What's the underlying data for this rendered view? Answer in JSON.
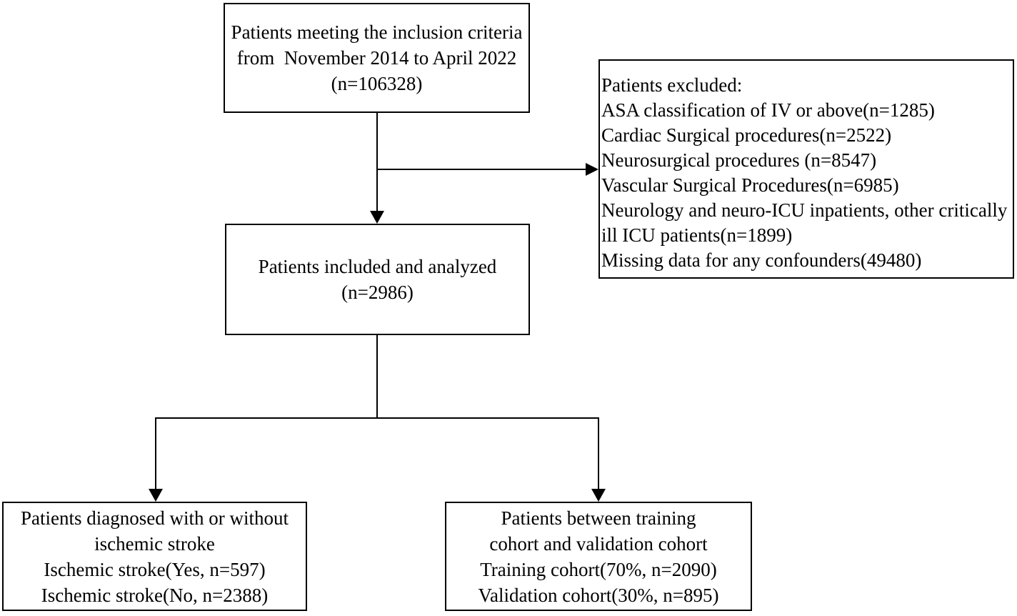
{
  "diagram": {
    "type": "flowchart",
    "colors": {
      "ink": "#000000",
      "background": "#ffffff"
    },
    "boxes": {
      "inclusion": {
        "lines": [
          "Patients meeting the inclusion criteria",
          "from  November 2014 to April 2022",
          "(n=106328)"
        ]
      },
      "excluded": {
        "lines": [
          "Patients excluded:",
          "ASA classification of IV or above(n=1285)",
          "Cardiac Surgical procedures(n=2522)",
          "Neurosurgical procedures (n=8547)",
          "Vascular Surgical Procedures(n=6985)",
          "Neurology and neuro-ICU inpatients, other critically",
          "ill ICU patients(n=1899)",
          "Missing data for any confounders(49480)"
        ]
      },
      "analyzed": {
        "lines": [
          "Patients included and analyzed",
          "(n=2986)"
        ]
      },
      "stroke_outcome": {
        "lines": [
          "Patients diagnosed with or without",
          "ischemic stroke",
          "Ischemic stroke(Yes, n=597)",
          "Ischemic stroke(No, n=2388)"
        ]
      },
      "cohort_split": {
        "lines": [
          "Patients between training",
          "cohort and validation cohort",
          "Training cohort(70%, n=2090)",
          "Validation cohort(30%, n=895)"
        ]
      }
    },
    "flows": [
      {
        "from": "inclusion",
        "to": "analyzed"
      },
      {
        "from": "inclusion",
        "to": "excluded"
      },
      {
        "from": "analyzed",
        "to": "stroke_outcome"
      },
      {
        "from": "analyzed",
        "to": "cohort_split"
      }
    ]
  }
}
